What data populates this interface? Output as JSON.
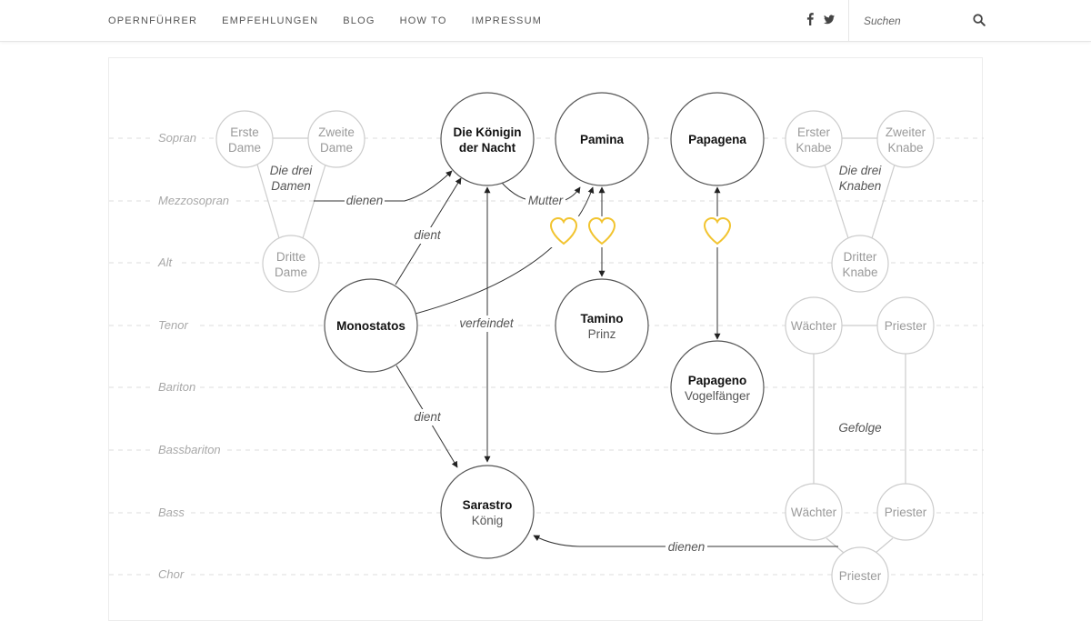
{
  "nav": {
    "items": [
      "OPERNFÜHRER",
      "EMPFEHLUNGEN",
      "BLOG",
      "HOW TO",
      "IMPRESSUM"
    ],
    "social": [
      "facebook-icon",
      "twitter-icon"
    ],
    "search_placeholder": "Suchen"
  },
  "voices": [
    "Sopran",
    "Mezzosopran",
    "Alt",
    "Tenor",
    "Bariton",
    "Bassbariton",
    "Bass",
    "Chor"
  ],
  "nodes": [
    {
      "id": "erste-dame",
      "lines": [
        "Erste",
        "Dame"
      ],
      "main": false
    },
    {
      "id": "zweite-dame",
      "lines": [
        "Zweite",
        "Dame"
      ],
      "main": false
    },
    {
      "id": "dritte-dame",
      "lines": [
        "Dritte",
        "Dame"
      ],
      "main": false
    },
    {
      "id": "koenigin",
      "lines": [
        "Die Königin",
        "der Nacht"
      ],
      "main": true
    },
    {
      "id": "pamina",
      "lines": [
        "Pamina"
      ],
      "main": true
    },
    {
      "id": "papagena",
      "lines": [
        "Papagena"
      ],
      "main": true
    },
    {
      "id": "erster-knabe",
      "lines": [
        "Erster",
        "Knabe"
      ],
      "main": false
    },
    {
      "id": "zweiter-knabe",
      "lines": [
        "Zweiter",
        "Knabe"
      ],
      "main": false
    },
    {
      "id": "dritter-knabe",
      "lines": [
        "Dritter",
        "Knabe"
      ],
      "main": false
    },
    {
      "id": "monostatos",
      "lines": [
        "Monostatos"
      ],
      "main": true
    },
    {
      "id": "tamino",
      "lines": [
        "Tamino",
        "Prinz"
      ],
      "main": true
    },
    {
      "id": "papageno",
      "lines": [
        "Papageno",
        "Vogelfänger"
      ],
      "main": true
    },
    {
      "id": "waechter-tenor",
      "lines": [
        "Wächter"
      ],
      "main": false
    },
    {
      "id": "priester-tenor",
      "lines": [
        "Priester"
      ],
      "main": false
    },
    {
      "id": "sarastro",
      "lines": [
        "Sarastro",
        "König"
      ],
      "main": true
    },
    {
      "id": "waechter-bass",
      "lines": [
        "Wächter"
      ],
      "main": false
    },
    {
      "id": "priester-bass",
      "lines": [
        "Priester"
      ],
      "main": false
    },
    {
      "id": "priester-chor",
      "lines": [
        "Priester"
      ],
      "main": false
    }
  ],
  "relations": [
    {
      "id": "drei-damen-group",
      "text": [
        "Die drei",
        "Damen"
      ]
    },
    {
      "id": "damen-dienen",
      "text": [
        "dienen"
      ]
    },
    {
      "id": "mutter",
      "text": [
        "Mutter"
      ]
    },
    {
      "id": "monostatos-dient-koenigin",
      "text": [
        "dient"
      ]
    },
    {
      "id": "verfeindet",
      "text": [
        "verfeindet"
      ]
    },
    {
      "id": "monostatos-dient-sarastro",
      "text": [
        "dient"
      ]
    },
    {
      "id": "drei-knaben-group",
      "text": [
        "Die drei",
        "Knaben"
      ]
    },
    {
      "id": "gefolge",
      "text": [
        "Gefolge"
      ]
    },
    {
      "id": "gefolge-dienen",
      "text": [
        "dienen"
      ]
    }
  ],
  "colors": {
    "heart": "#f2c430",
    "main_stroke": "#555555",
    "minor_stroke": "#cccccc",
    "minor_text": "#9a9a9a",
    "guide": "#dddddd"
  }
}
